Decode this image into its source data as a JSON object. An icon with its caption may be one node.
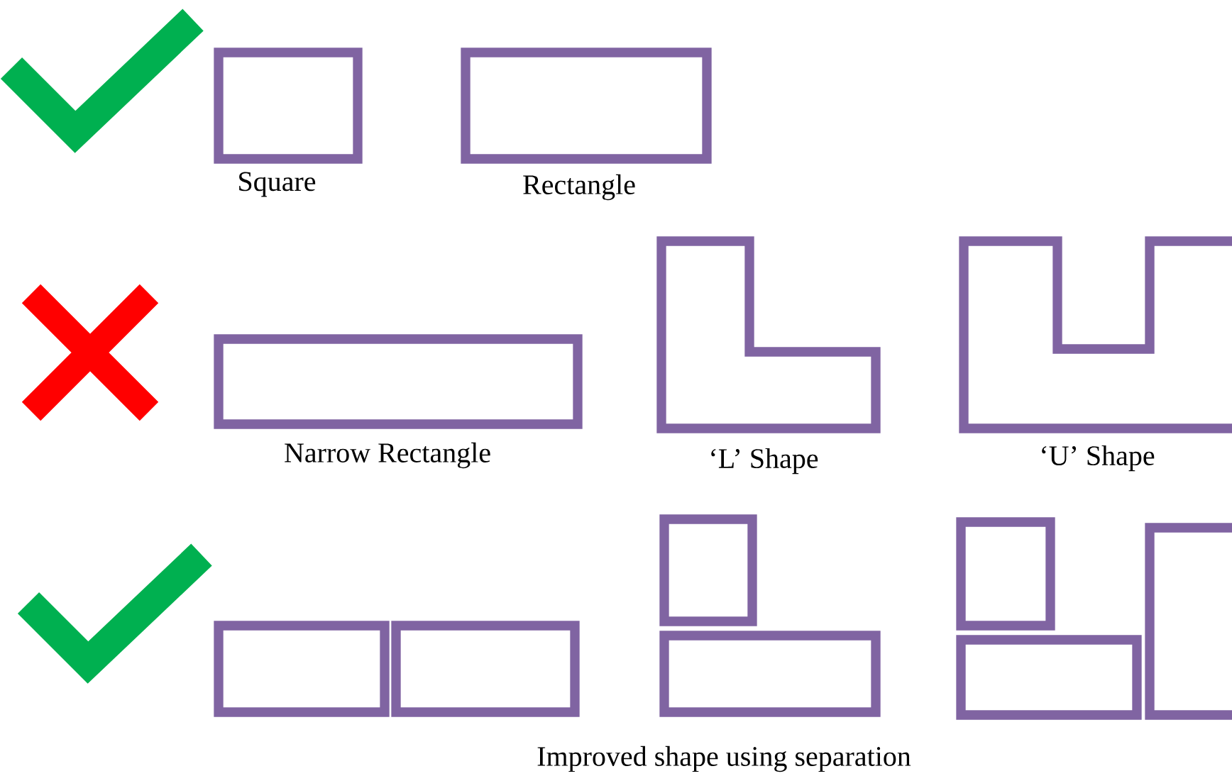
{
  "diagram": {
    "labels": [
      "Square",
      "Rectangle",
      "Narrow Rectangle",
      "‘L’ Shape",
      "‘U’ Shape",
      "Improved shape using separation"
    ]
  }
}
